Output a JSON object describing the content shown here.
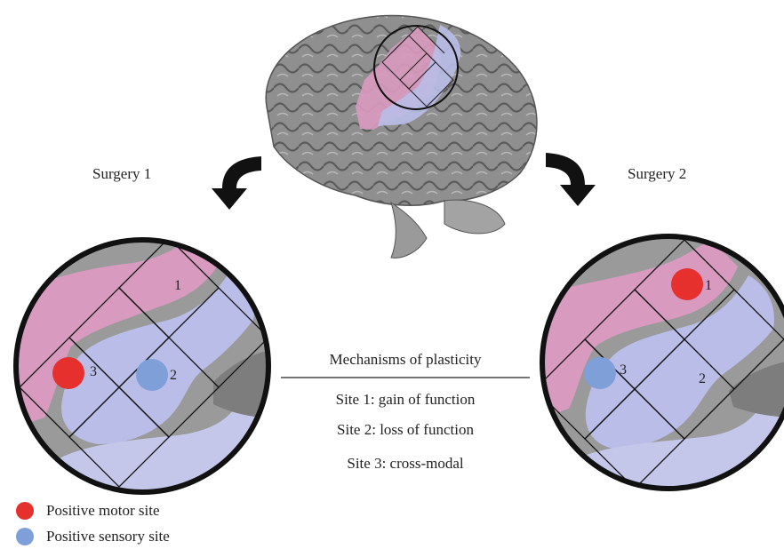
{
  "surgery_left": {
    "label": "Surgery 1"
  },
  "surgery_right": {
    "label": "Surgery 2"
  },
  "mechanisms": {
    "title": "Mechanisms of plasticity",
    "site1": "Site 1: gain of function",
    "site2": "Site 2: loss of function",
    "site3": "Site 3: cross-modal"
  },
  "left_grid_labels": {
    "g1": "1",
    "g2": "2",
    "g3": "3"
  },
  "right_grid_labels": {
    "g1": "1",
    "g2": "2",
    "g3": "3"
  },
  "legend": {
    "motor": {
      "label": "Positive motor site",
      "color": "#e5302d"
    },
    "sensory": {
      "label": "Positive sensory site",
      "color": "#7f9fd8"
    }
  },
  "colors": {
    "motor_region": "#d99ac0",
    "sensory_region": "#b9bde8",
    "brain": "#8c8c8c"
  }
}
